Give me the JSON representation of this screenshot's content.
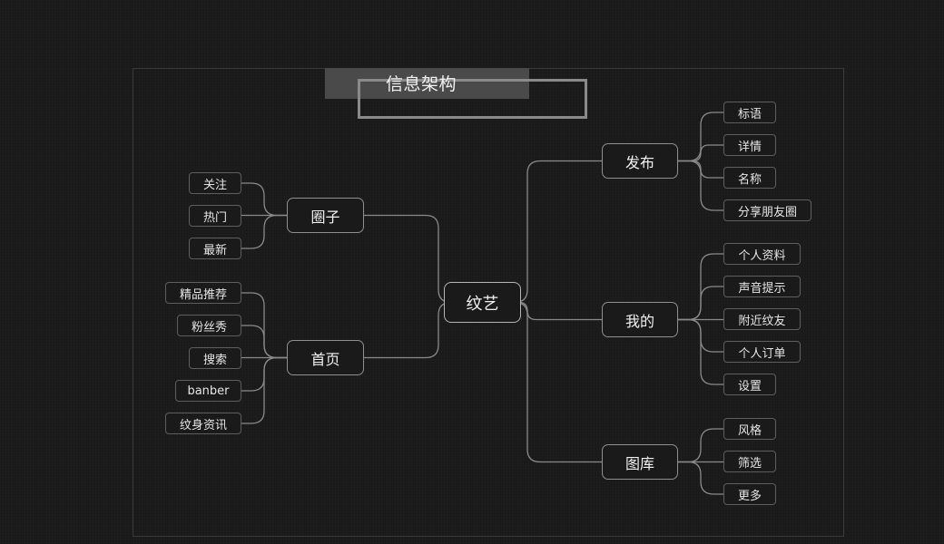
{
  "title": "信息架构",
  "colors": {
    "background": "#1b1b1b",
    "line": "#8a8a8a",
    "text": "#f2f2f2"
  },
  "root": {
    "label": "纹艺"
  },
  "branches": {
    "quanzi": {
      "label": "圈子",
      "side": "left",
      "children": [
        "关注",
        "热门",
        "最新"
      ]
    },
    "shouye": {
      "label": "首页",
      "side": "left",
      "children": [
        "精品推荐",
        "粉丝秀",
        "搜索",
        "banber",
        "纹身资讯"
      ]
    },
    "fabu": {
      "label": "发布",
      "side": "right",
      "children": [
        "标语",
        "详情",
        "名称",
        "分享朋友圈"
      ]
    },
    "wode": {
      "label": "我的",
      "side": "right",
      "children": [
        "个人资料",
        "声音提示",
        "附近纹友",
        "个人订单",
        "设置"
      ]
    },
    "tuku": {
      "label": "图库",
      "side": "right",
      "children": [
        "风格",
        "筛选",
        "更多"
      ]
    }
  }
}
